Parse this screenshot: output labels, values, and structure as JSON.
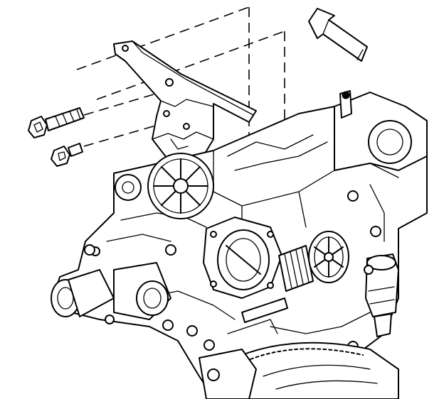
{
  "diagram": {
    "type": "exploded-assembly-line-drawing",
    "parts": [
      {
        "id": "direction-arrow",
        "icon": "arrow-front-indicator"
      },
      {
        "id": "mounting-bracket",
        "icon": "bracket"
      },
      {
        "id": "long-bolt",
        "icon": "bolt"
      },
      {
        "id": "short-bolt",
        "icon": "bolt"
      },
      {
        "id": "engine-block",
        "icon": "engine"
      },
      {
        "id": "pulley",
        "icon": "pulley"
      },
      {
        "id": "throttle-body",
        "icon": "throttle-body"
      },
      {
        "id": "water-outlet",
        "icon": "pipe"
      },
      {
        "id": "sensor-module",
        "icon": "sensor"
      },
      {
        "id": "flywheel",
        "icon": "flywheel"
      }
    ],
    "colors": {
      "ink": "#000000",
      "paper": "#ffffff"
    }
  }
}
